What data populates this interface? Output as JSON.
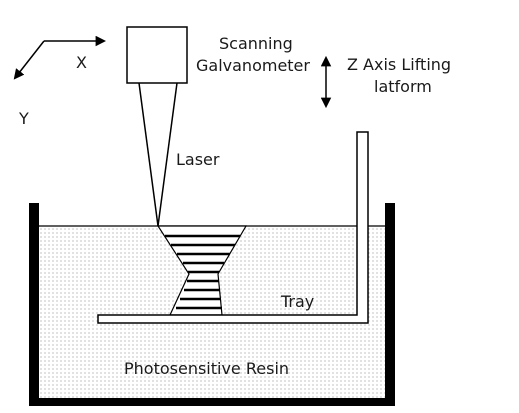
{
  "diagram": {
    "axis_x_label": "X",
    "axis_y_label": "Y",
    "scanner_label_line1": "Scanning",
    "scanner_label_line2": "Galvanometer",
    "lift_label_line1": "Z Axis Lifting",
    "lift_label_line2": "latform",
    "laser_label": "Laser",
    "tray_label": "Tray",
    "resin_label": "Photosensitive Resin"
  },
  "colors": {
    "stroke": "#000000",
    "resin_dots": "#9a9a9a",
    "background": "#ffffff"
  }
}
